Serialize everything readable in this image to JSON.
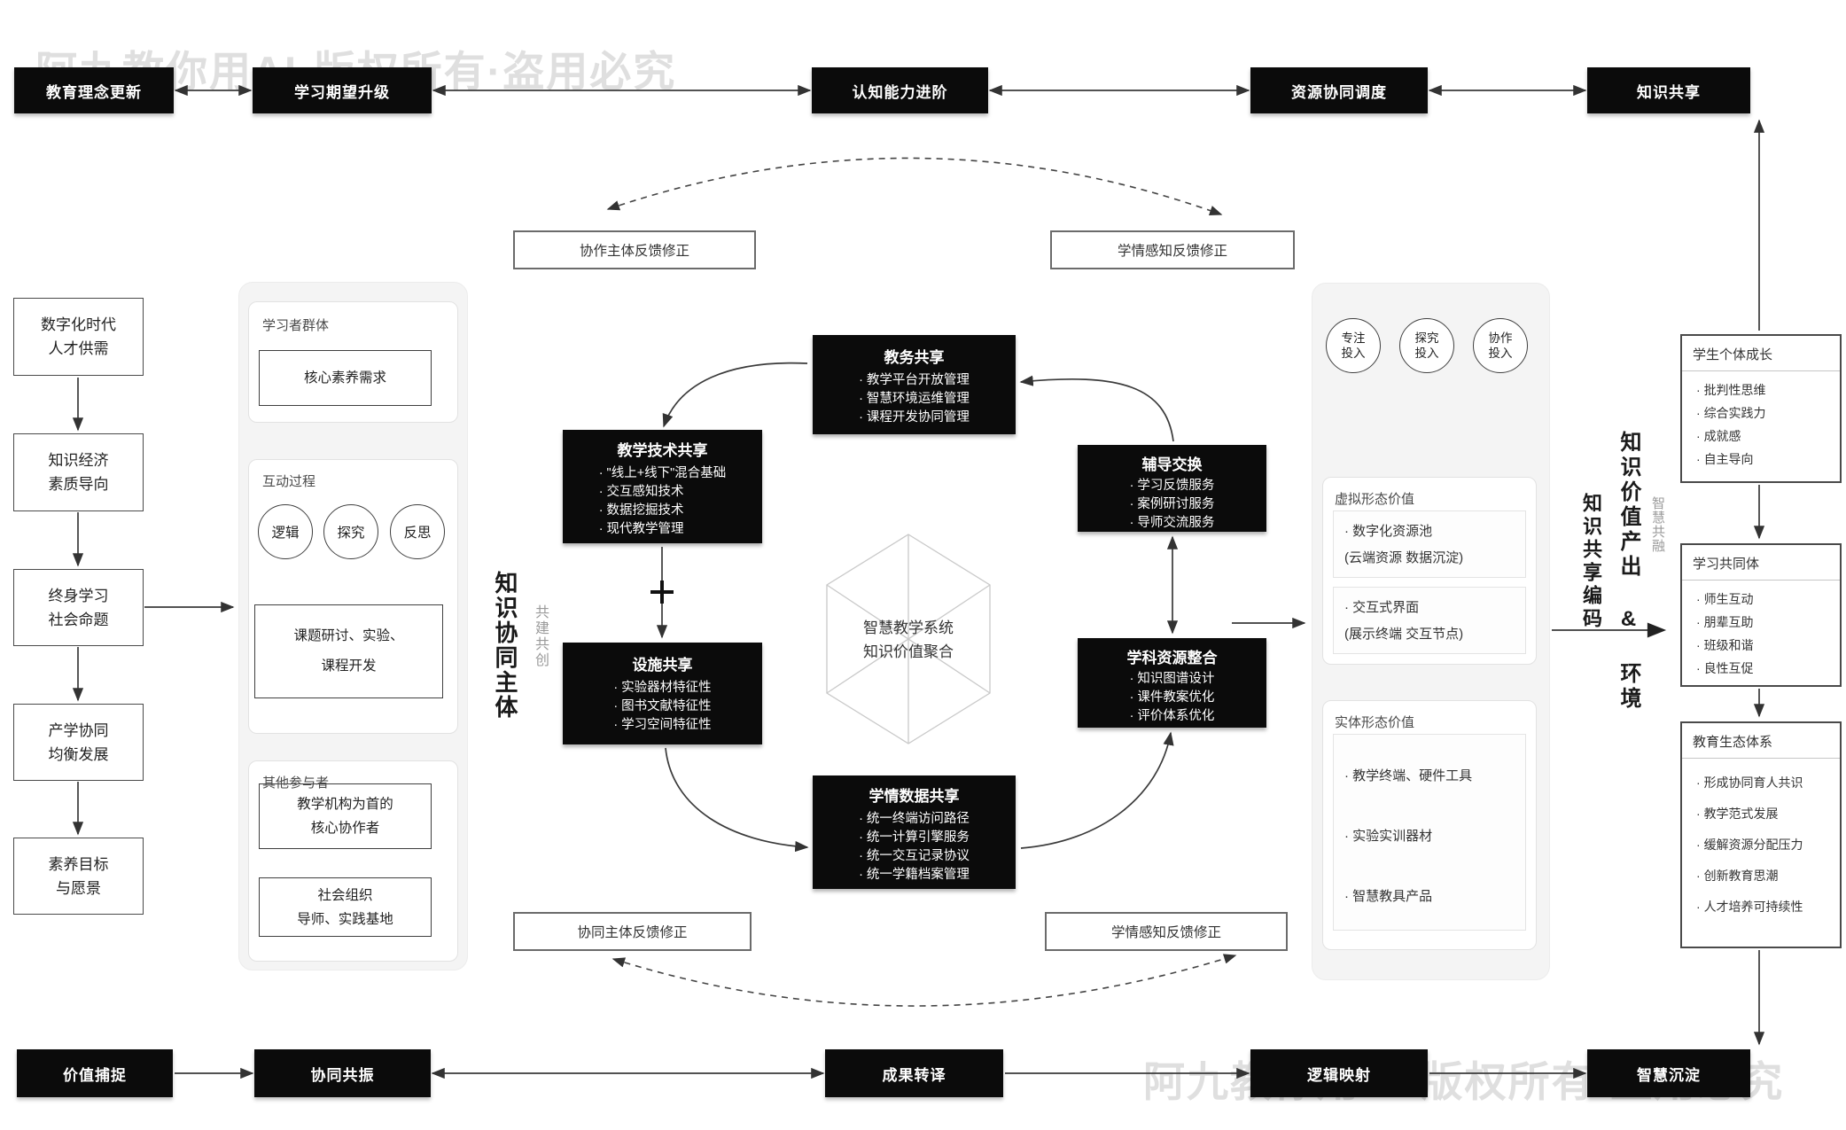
{
  "watermark": {
    "text": "阿九教你用AI·版权所有·盗用必究"
  },
  "top_flow": {
    "items": [
      "教育理念更新",
      "学习期望升级",
      "认知能力进阶",
      "资源协同调度",
      "知识共享"
    ]
  },
  "bottom_flow": {
    "items": [
      "价值捕捉",
      "协同共振",
      "成果转译",
      "逻辑映射",
      "智慧沉淀"
    ]
  },
  "left_flow": {
    "items": [
      {
        "line1": "数字化时代",
        "line2": "人才供需"
      },
      {
        "line1": "知识经济",
        "line2": "素质导向"
      },
      {
        "line1": "终身学习",
        "line2": "社会命题"
      },
      {
        "line1": "产学协同",
        "line2": "均衡发展"
      },
      {
        "line1": "素养目标",
        "line2": "与愿景"
      }
    ]
  },
  "collab": {
    "side_label": "知识协同主体",
    "side_sublabel": "共建共创",
    "learners": {
      "label": "学习者群体",
      "need_box": "核心素养需求"
    },
    "interaction": {
      "label": "互动过程",
      "circles": [
        "逻辑",
        "探究",
        "反思"
      ],
      "task_box": {
        "line1": "课题研讨、实验、",
        "line2": "课程开发"
      }
    },
    "others": {
      "label": "其他参与者",
      "core_box": {
        "line1": "教学机构为首的",
        "line2": "核心协作者"
      },
      "social_box": {
        "line1": "社会组织",
        "line2": "导师、实践基地"
      }
    }
  },
  "feedback": {
    "top_left": "协作主体反馈修正",
    "top_right": "学情感知反馈修正",
    "bottom_left": "协同主体反馈修正",
    "bottom_right": "学情感知反馈修正"
  },
  "core": {
    "cube_line1": "智慧教学系统",
    "cube_line2": "知识价值聚合",
    "admin": {
      "title": "教务共享",
      "items": [
        "教学平台开放管理",
        "智慧环境运维管理",
        "课程开发协同管理"
      ]
    },
    "tech": {
      "title": "教学技术共享",
      "items": [
        "\"线上+线下\"混合基础",
        "交互感知技术",
        "数据挖掘技术",
        "现代教学管理"
      ]
    },
    "facility": {
      "title": "设施共享",
      "items": [
        "实验器材特征性",
        "图书文献特征性",
        "学习空间特征性"
      ]
    },
    "data_share": {
      "title": "学情数据共享",
      "items": [
        "统一终端访问路径",
        "统一计算引擎服务",
        "统一交互记录协议",
        "统一学籍档案管理"
      ]
    },
    "tutoring": {
      "title": "辅导交换",
      "items": [
        "学习反馈服务",
        "案例研讨服务",
        "导师交流服务"
      ]
    },
    "resources": {
      "title": "学科资源整合",
      "items": [
        "知识图谱设计",
        "课件教案优化",
        "评价体系优化"
      ]
    }
  },
  "value": {
    "side_label_main": "知识价值产出 & 环境",
    "side_label_code": "知识共享编码",
    "side_sublabel": "智慧共融",
    "circles": [
      {
        "line1": "专注",
        "line2": "投入"
      },
      {
        "line1": "探究",
        "line2": "投入"
      },
      {
        "line1": "协作",
        "line2": "投入"
      }
    ],
    "virtual": {
      "label": "虚拟形态价值",
      "boxes": [
        {
          "title": "数字化资源池",
          "sub": "(云端资源 数据沉淀)"
        },
        {
          "title": "交互式界面",
          "sub": "(展示终端 交互节点)"
        }
      ]
    },
    "physical": {
      "label": "实体形态价值",
      "items": [
        "教学终端、硬件工具",
        "实验实训器材",
        "智慧教具产品"
      ]
    }
  },
  "outcomes": [
    {
      "title": "学生个体成长",
      "items": [
        "批判性思维",
        "综合实践力",
        "成就感",
        "自主导向"
      ]
    },
    {
      "title": "学习共同体",
      "items": [
        "师生互动",
        "朋辈互助",
        "班级和谐",
        "良性互促"
      ]
    },
    {
      "title": "教育生态体系",
      "items": [
        "形成协同育人共识",
        "教学范式发展",
        "缓解资源分配压力",
        "创新教育思潮",
        "人才培养可持续性"
      ]
    }
  ]
}
